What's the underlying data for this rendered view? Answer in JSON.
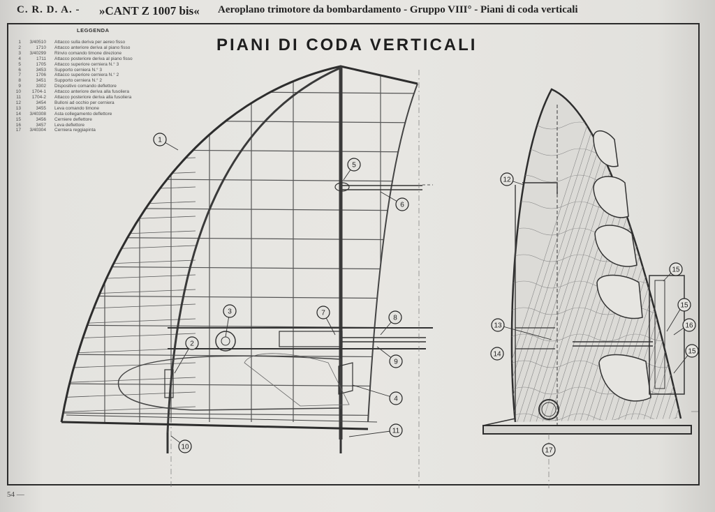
{
  "header": {
    "org": "C. R. D. A. -",
    "model": "»CANT Z 1007 bis«",
    "subtitle": "Aeroplano trimotore da bombardamento - Gruppo VIII° - Piani di coda verticali"
  },
  "drawing_title": "PIANI DI CODA VERTICALI",
  "legend": {
    "title": "LEGGENDA",
    "items": [
      {
        "n": "1",
        "code": "3/40510",
        "desc": "Attacco sulla deriva per aereo fisso"
      },
      {
        "n": "2",
        "code": "1710",
        "desc": "Attacco anteriore deriva al piano fisso"
      },
      {
        "n": "3",
        "code": "3/40299",
        "desc": "Rinvio comando timone direzione"
      },
      {
        "n": "4",
        "code": "1711",
        "desc": "Attacco posteriore deriva al piano fisso"
      },
      {
        "n": "5",
        "code": "1705",
        "desc": "Attacco superiore cerniera N.° 3"
      },
      {
        "n": "6",
        "code": "3453",
        "desc": "Supporto cerniera N.° 3"
      },
      {
        "n": "7",
        "code": "1706",
        "desc": "Attacco superiore cerniera N.° 2"
      },
      {
        "n": "8",
        "code": "3451",
        "desc": "Supporto cerniera N.° 2"
      },
      {
        "n": "9",
        "code": "3302",
        "desc": "Dispositivo comando deflettore"
      },
      {
        "n": "10",
        "code": "1704-1",
        "desc": "Attacco anteriore deriva alla fusoliera"
      },
      {
        "n": "11",
        "code": "1704-2",
        "desc": "Attacco posteriore deriva alla fusoliera"
      },
      {
        "n": "12",
        "code": "3454",
        "desc": "Bulloni ad occhio per cerniera"
      },
      {
        "n": "13",
        "code": "3455",
        "desc": "Leva comando timone"
      },
      {
        "n": "14",
        "code": "3/40308",
        "desc": "Asta collegamento deflettore"
      },
      {
        "n": "15",
        "code": "3456",
        "desc": "Cerniere deflettore"
      },
      {
        "n": "16",
        "code": "3457",
        "desc": "Leva deflettore"
      },
      {
        "n": "17",
        "code": "3/40304",
        "desc": "Cerniera reggiapinta"
      }
    ]
  },
  "callouts": {
    "fin": [
      "1",
      "2",
      "3",
      "4",
      "5",
      "6",
      "7",
      "8",
      "9",
      "10",
      "11"
    ],
    "rudder": [
      "12",
      "13",
      "14",
      "15",
      "15",
      "16",
      "15",
      "17"
    ]
  },
  "page_number": "54 —"
}
